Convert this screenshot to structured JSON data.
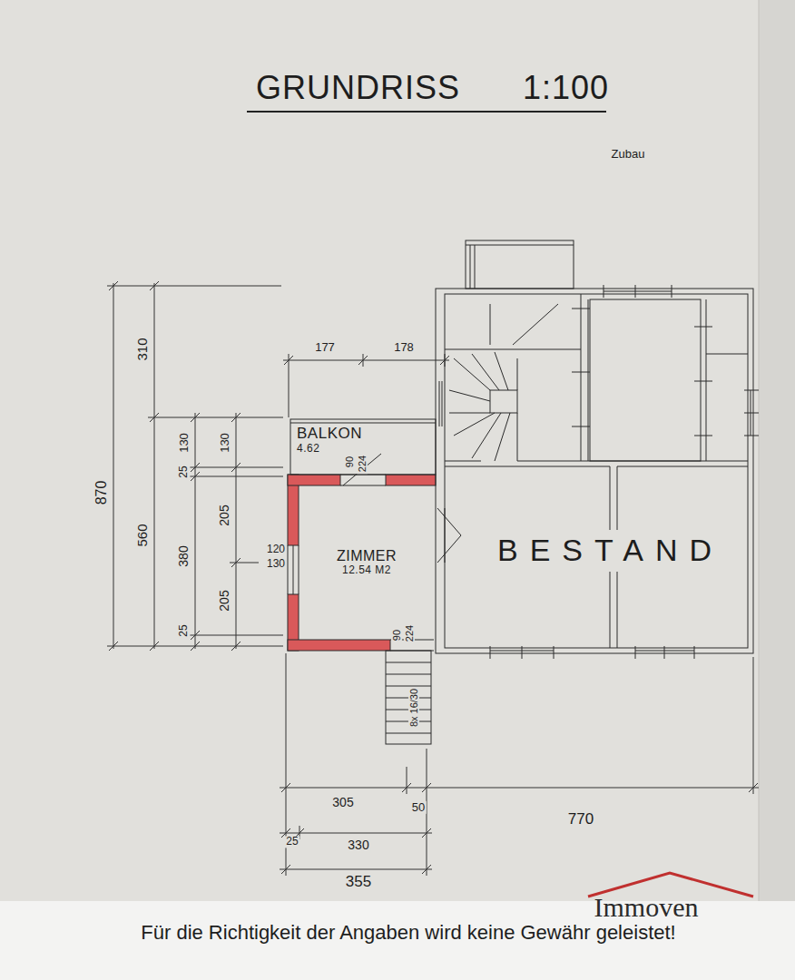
{
  "diagram": {
    "title": "GRUNDRISS 1:100",
    "nodes": [
      {
        "text": [
          "BALKON",
          "4.62"
        ]
      },
      {
        "text": [
          "ZIMMER",
          "12.54 M2"
        ]
      },
      {
        "text": [
          "BESTAND"
        ]
      }
    ],
    "labels": [
      "Zubau",
      "870",
      "310",
      "560",
      "130",
      "25",
      "380",
      "25",
      "130",
      "205",
      "205",
      "177",
      "178",
      "120",
      "130",
      "90",
      "224",
      "90",
      "224",
      "8x 16/30",
      "305",
      "50",
      "770",
      "25",
      "330",
      "355",
      "Immoven",
      "Für die Richtigkeit der Angaben wird keine Gewähr geleistet!"
    ]
  }
}
